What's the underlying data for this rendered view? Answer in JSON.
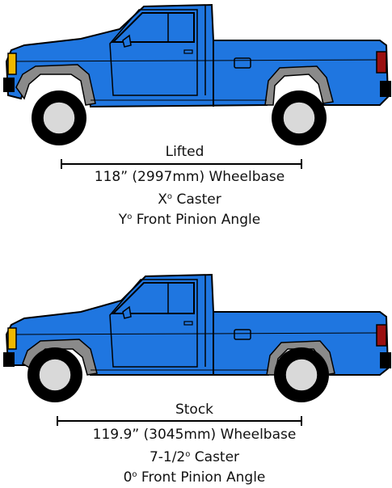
{
  "colors": {
    "body": "#1f76e0",
    "outline": "#000000",
    "flare": "#8a8a8a",
    "wheel_arch_shadow": "#6e6e6e",
    "tire": "#000000",
    "rim": "#d9d9d9",
    "tail_light": "#9b1010",
    "headlight": "#f0b800",
    "window": "#1f76e0"
  },
  "lifted": {
    "title": "Lifted",
    "wheelbase": "118” (2997mm) Wheelbase",
    "caster_value": "X",
    "caster_unit": "o",
    "caster_label": " Caster",
    "pinion_value": "Y",
    "pinion_unit": "o",
    "pinion_label": " Front Pinion Angle"
  },
  "stock": {
    "title": "Stock",
    "wheelbase": "119.9” (3045mm) Wheelbase",
    "caster_value": "7-1/2",
    "caster_unit": "o",
    "caster_label": " Caster",
    "pinion_value": "0",
    "pinion_unit": "o",
    "pinion_label": " Front Pinion Angle"
  }
}
